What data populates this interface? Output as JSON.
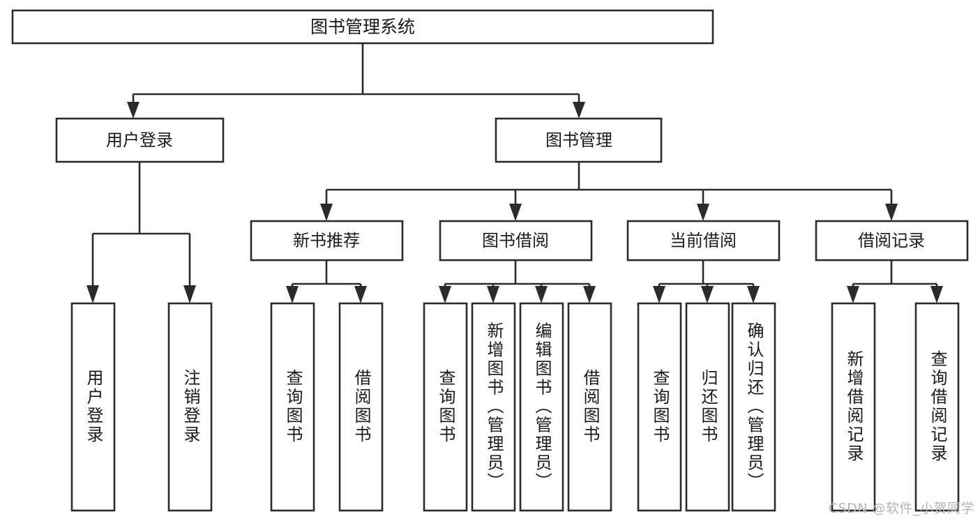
{
  "diagram": {
    "title": "图书管理系统",
    "watermark": "CSDN @软件_小贺同学",
    "colors": {
      "stroke": "#2b2b2b",
      "fill": "#ffffff",
      "text": "#1a1a1a",
      "watermark": "#b6b6b6"
    },
    "levels": {
      "root": "系统",
      "level2": "模块",
      "level3": "子模块",
      "leaf": "功能"
    },
    "nodes": {
      "root": {
        "label": "图书管理系统"
      },
      "level2": [
        {
          "label": "用户登录"
        },
        {
          "label": "图书管理"
        }
      ],
      "level3": [
        {
          "label": "新书推荐"
        },
        {
          "label": "图书借阅"
        },
        {
          "label": "当前借阅"
        },
        {
          "label": "借阅记录"
        }
      ],
      "leaves": {
        "user_login": [
          {
            "label": "用户登录"
          },
          {
            "label": "注销登录"
          }
        ],
        "new_book": [
          {
            "label": "查询图书"
          },
          {
            "label": "借阅图书"
          }
        ],
        "borrow": [
          {
            "label": "查询图书"
          },
          {
            "label": "新增图书（管理员）"
          },
          {
            "label": "编辑图书（管理员）"
          },
          {
            "label": "借阅图书"
          }
        ],
        "current": [
          {
            "label": "查询图书"
          },
          {
            "label": "归还图书"
          },
          {
            "label": "确认归还（管理员）"
          }
        ],
        "records": [
          {
            "label": "新增借阅记录"
          },
          {
            "label": "查询借阅记录"
          }
        ]
      }
    }
  }
}
